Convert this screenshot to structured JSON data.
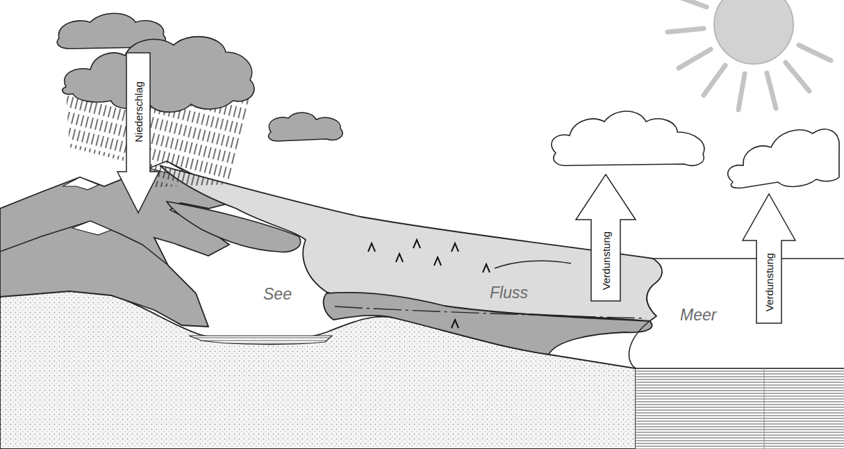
{
  "diagram": {
    "nodes": [
      {
        "text": [
          "Niederschlag"
        ]
      },
      {
        "text": [
          "Verdunstung"
        ]
      },
      {
        "text": [
          "Verdunstung"
        ]
      }
    ],
    "labels": [
      "See",
      "Fluss",
      "Meer"
    ]
  }
}
